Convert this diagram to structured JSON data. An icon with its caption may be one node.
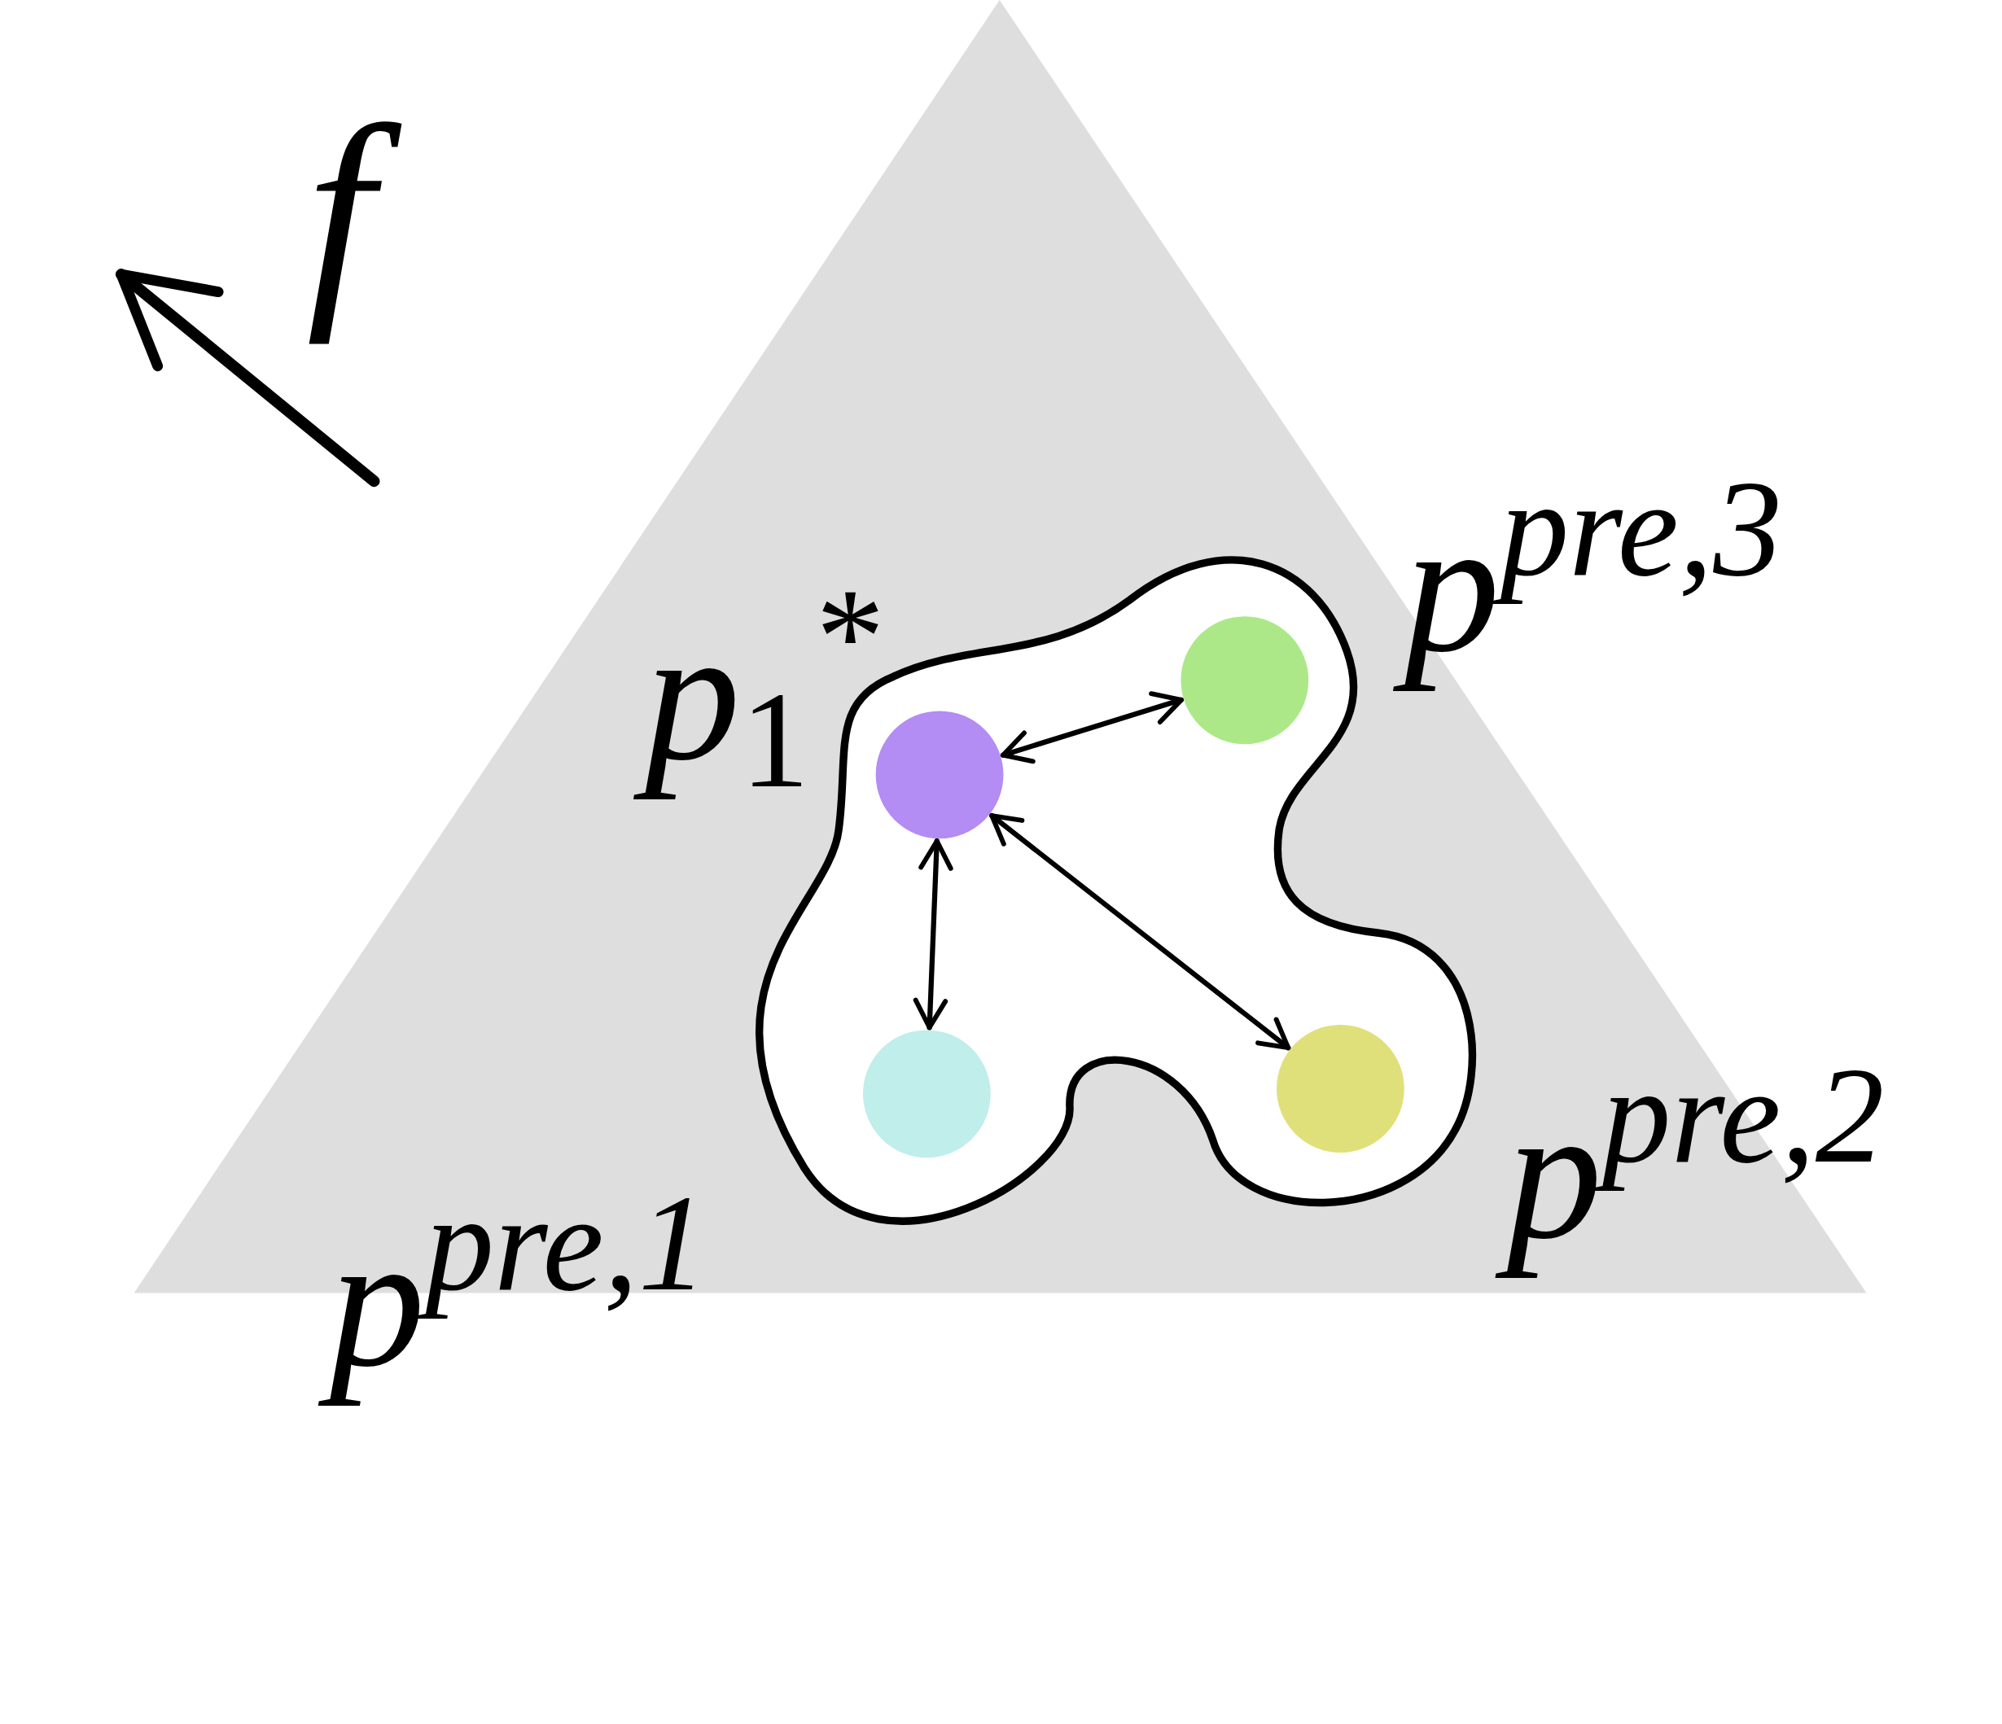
{
  "diagram": {
    "nodes": [
      {
        "text": [],
        "shape": "circle"
      },
      {
        "text": [],
        "shape": "circle"
      },
      {
        "text": [],
        "shape": "circle"
      },
      {
        "text": [],
        "shape": "circle"
      }
    ],
    "edges": [
      {
        "from": 0,
        "to": 1,
        "arrow": "both"
      },
      {
        "from": 0,
        "to": 2,
        "arrow": "both"
      },
      {
        "from": 0,
        "to": 3,
        "arrow": "both"
      }
    ],
    "labels": [
      "f",
      "p$^{pre,3}$",
      "p$_{1}$$^{*}$",
      "p$^{pre,2}$",
      "p$^{pre,1}$"
    ]
  }
}
